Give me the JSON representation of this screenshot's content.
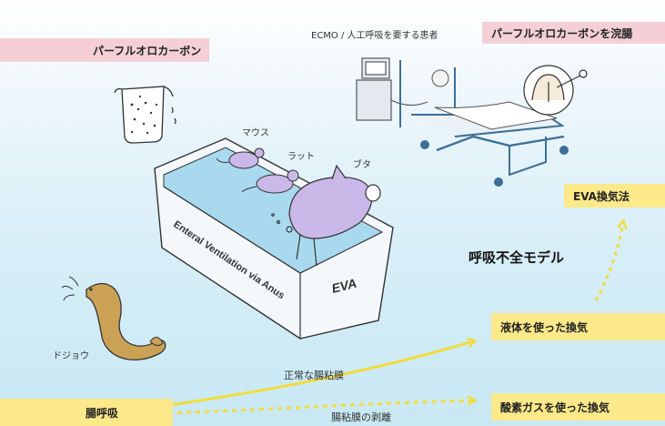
{
  "labels": {
    "perfluoro_top": "パーフルオロカーボン",
    "ecmo": "ECMO / 人工呼吸を要する患者",
    "perfluoro_enema": "パーフルオロカーボンを浣腸",
    "mouse": "マウス",
    "rat": "ラット",
    "pig": "ブタ",
    "eva_method": "EVA換気法",
    "model": "呼吸不全モデル",
    "loach": "ドジョウ",
    "liquid_vent": "液体を使った換気",
    "normal_mucosa": "正常な腸粘膜",
    "intestinal_breathing": "腸呼吸",
    "mucosa_peeled": "腸粘膜の剥離",
    "oxygen_gas_vent": "酸素ガスを使った換気",
    "tank_text": "Enteral Ventilation via Anus",
    "tank_logo": "EVA"
  },
  "colors": {
    "pink_tag": "#f4cfd6",
    "yellow_tag": "#fbe98a",
    "arrow": "#f2dc3c",
    "animal": "#c9b8e8",
    "bed": "#3e6f96"
  }
}
